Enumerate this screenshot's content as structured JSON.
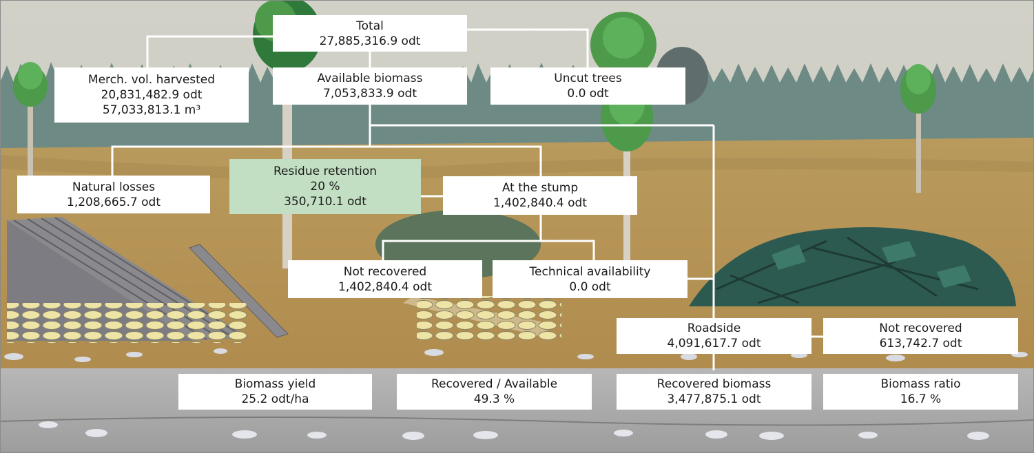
{
  "nodes": {
    "total": {
      "title": "Total",
      "value": "27,885,316.9 odt"
    },
    "merch": {
      "title": "Merch. vol. harvested",
      "value": "20,831,482.9 odt",
      "value2": "57,033,813.1 m³"
    },
    "available": {
      "title": "Available biomass",
      "value": "7,053,833.9 odt"
    },
    "uncut": {
      "title": "Uncut trees",
      "value": "0.0 odt"
    },
    "natural_losses": {
      "title": "Natural losses",
      "value": "1,208,665.7 odt"
    },
    "residue_retention": {
      "title": "Residue retention",
      "percent": "20 %",
      "value": "350,710.1 odt"
    },
    "at_stump": {
      "title": "At the stump",
      "value": "1,402,840.4 odt"
    },
    "not_recovered_stump": {
      "title": "Not recovered",
      "value": "1,402,840.4 odt"
    },
    "technical": {
      "title": "Technical availability",
      "value": "0.0 odt"
    },
    "roadside": {
      "title": "Roadside",
      "value": "4,091,617.7 odt"
    },
    "not_recovered_roadside": {
      "title": "Not recovered",
      "value": "613,742.7 odt"
    }
  },
  "summary": {
    "yield": {
      "title": "Biomass yield",
      "value": "25.2 odt/ha"
    },
    "recovered_available": {
      "title": "Recovered / Available",
      "value": "49.3 %"
    },
    "recovered_biomass": {
      "title": "Recovered biomass",
      "value": "3,477,875.1 odt"
    },
    "ratio": {
      "title": "Biomass ratio",
      "value": "16.7 %"
    }
  },
  "colors": {
    "sky": "#d5d4cc",
    "forest": "#6e8a82",
    "ground": "#b8975a",
    "road": "#a8a8a8",
    "connector": "#ffffff",
    "highlight_box": "#c3dfc3",
    "tree_foliage": "#4c9a4a",
    "slash_pile": "#2d5a50"
  }
}
